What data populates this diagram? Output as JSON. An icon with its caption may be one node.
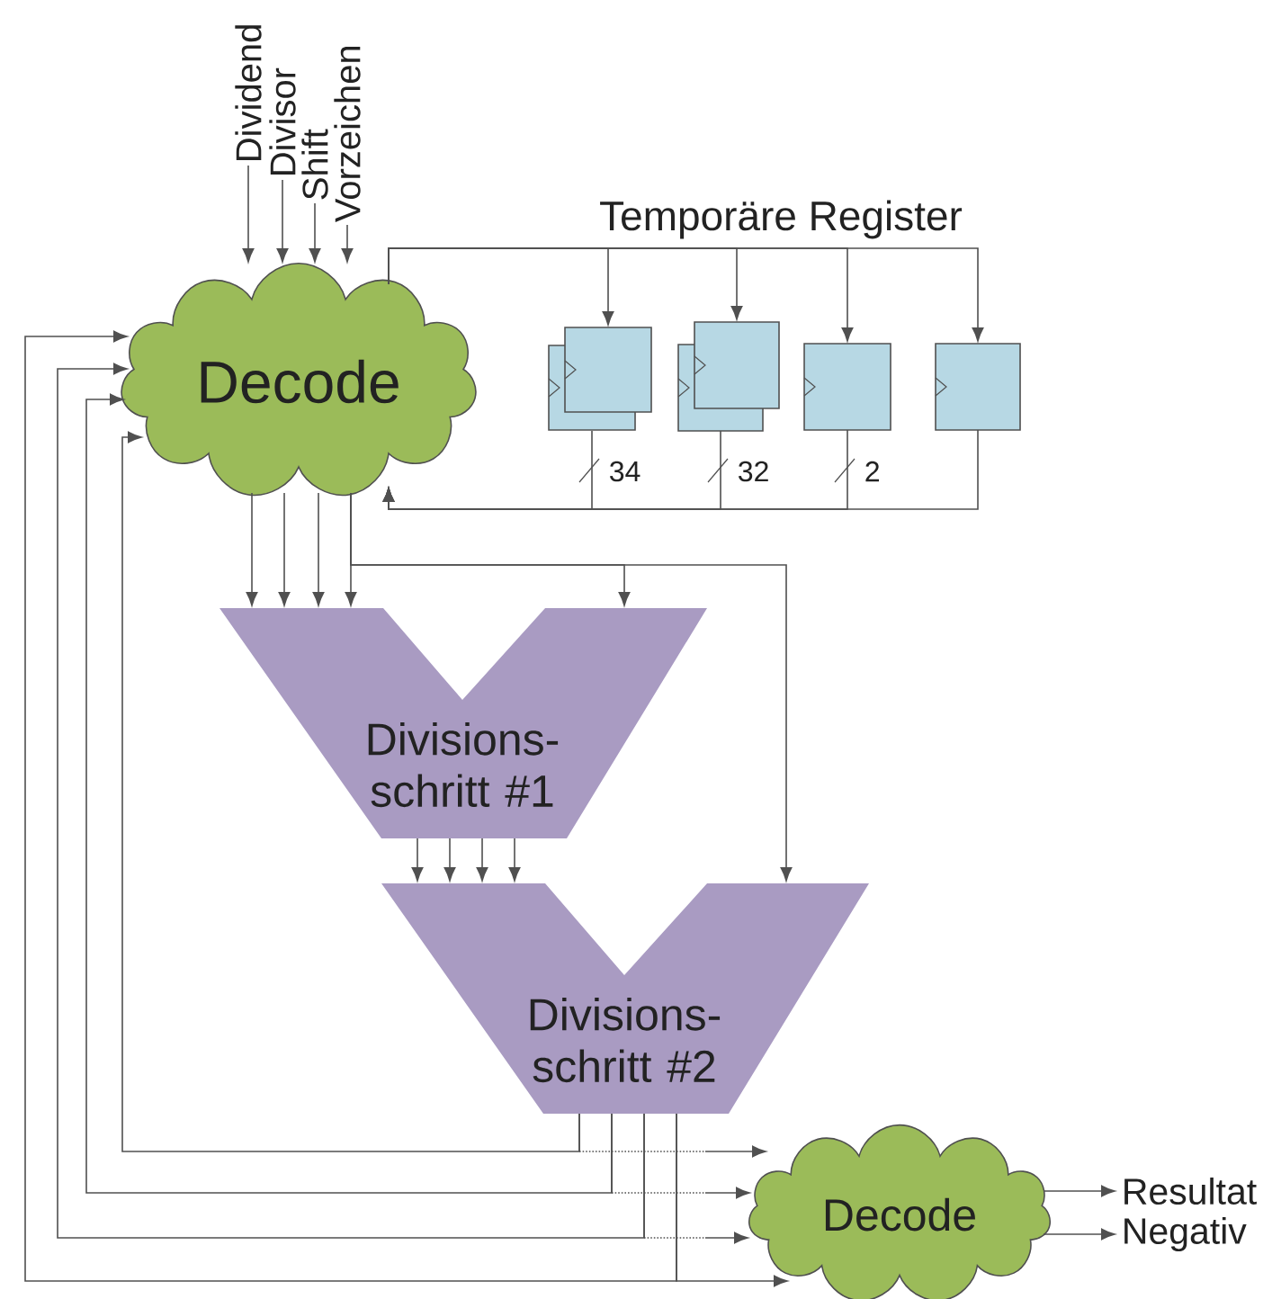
{
  "diagram": {
    "nodes": [
      {
        "text": [
          "Dividend"
        ]
      },
      {
        "text": [
          "Divisor"
        ]
      },
      {
        "text": [
          "Shift"
        ]
      },
      {
        "text": [
          "Vorzeichen"
        ]
      },
      {
        "text": [
          "Decode"
        ]
      },
      {
        "text": [],
        "shape": "box"
      },
      {
        "text": [],
        "shape": "box"
      },
      {
        "text": [],
        "shape": "box"
      },
      {
        "text": [],
        "shape": "box"
      },
      {
        "text": [
          "Divisions- schritt #1"
        ]
      },
      {
        "text": [
          "Divisions- schritt #2"
        ]
      },
      {
        "text": [
          "Decode"
        ]
      },
      {
        "text": [
          "Resultat"
        ]
      },
      {
        "text": [
          "Negativ"
        ]
      }
    ],
    "edges": [
      {
        "from": 0,
        "to": 4,
        "arrow": "to"
      },
      {
        "from": 1,
        "to": 4,
        "arrow": "to"
      },
      {
        "from": 2,
        "to": 4,
        "arrow": "to"
      },
      {
        "from": 3,
        "to": 4,
        "arrow": "to"
      },
      {
        "from": 4,
        "to": 5,
        "arrow": "to"
      },
      {
        "from": 4,
        "to": 6,
        "arrow": "to"
      },
      {
        "from": 4,
        "to": 7,
        "arrow": "to"
      },
      {
        "from": 4,
        "to": 8,
        "arrow": "to"
      },
      {
        "from": 5,
        "to": 4,
        "arrow": "to"
      },
      {
        "from": 6,
        "to": 4,
        "arrow": "to"
      },
      {
        "from": 7,
        "to": 4,
        "arrow": "to"
      },
      {
        "from": 8,
        "to": 4,
        "arrow": "to"
      },
      {
        "from": 4,
        "to": 9,
        "arrow": "to"
      },
      {
        "from": 4,
        "to": 9,
        "arrow": "to"
      },
      {
        "from": 4,
        "to": 9,
        "arrow": "to"
      },
      {
        "from": 4,
        "to": 9,
        "arrow": "to"
      },
      {
        "from": 4,
        "to": 9,
        "arrow": "to"
      },
      {
        "from": 4,
        "to": 10,
        "arrow": "to"
      },
      {
        "from": 9,
        "to": 10,
        "arrow": "to"
      },
      {
        "from": 9,
        "to": 10,
        "arrow": "to"
      },
      {
        "from": 9,
        "to": 10,
        "arrow": "to"
      },
      {
        "from": 9,
        "to": 10,
        "arrow": "to"
      },
      {
        "from": 10,
        "to": 11,
        "arrow": "to"
      },
      {
        "from": 10,
        "to": 11,
        "arrow": "to"
      },
      {
        "from": 10,
        "to": 11,
        "arrow": "to"
      },
      {
        "from": 10,
        "to": 11,
        "arrow": "to"
      },
      {
        "from": 10,
        "to": 4,
        "arrow": "to"
      },
      {
        "from": 10,
        "to": 4,
        "arrow": "to"
      },
      {
        "from": 10,
        "to": 4,
        "arrow": "to"
      },
      {
        "from": 10,
        "to": 4,
        "arrow": "to"
      },
      {
        "from": 11,
        "to": 12,
        "arrow": "to"
      },
      {
        "from": 11,
        "to": 13,
        "arrow": "to"
      }
    ],
    "labels": [
      "Temporäre Register",
      "34",
      "32",
      "2"
    ]
  }
}
